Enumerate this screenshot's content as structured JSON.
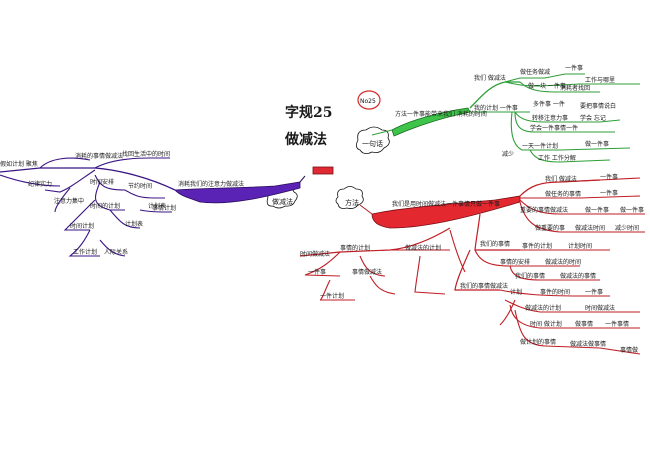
{
  "center": {
    "title_line1": "字规25",
    "title_line2": "做减法",
    "tag": "No25"
  },
  "nodes": {
    "zuo_jianfa": "做减法",
    "yi_ju_hua": "一句话",
    "fangfa": "方法"
  },
  "green": {
    "main": "方法一件事能带来我们 消耗的时间",
    "top_row_1": "我们 做减法",
    "top_row_2": "做任务做减",
    "top_row_3": "一件事",
    "top_row_4": "工作与哪里",
    "sub_1": "做一块 一件事",
    "sub_2": "消耗者找回",
    "sub_3": "我的计划 一件事",
    "sub_4": "多件事 一件",
    "sub_5": "要把事情说白",
    "sub_6": "转移注意力事",
    "sub_7": "学会 忘记",
    "sub_8": "学会一件事情一件",
    "sub_9": "一天一件计划",
    "sub_10": "减少",
    "sub_11": "工作 工作分解",
    "sub_12": "做一件事"
  },
  "purple": {
    "main": "消耗我们的注意力做减法",
    "row_1": "假如计划 聚焦",
    "row_2": "消耗的事情做减法",
    "row_3": "找回生活中的时间",
    "leaf_1": "纪律实力",
    "leaf_2": "时间安排",
    "leaf_3": "节约时间",
    "leaf_4": "注意力集中",
    "leaf_5": "时间的计划",
    "leaf_6": "计划表",
    "leaf_7": "时间计划",
    "leaf_8": "计划表",
    "leaf_9": "事情计划",
    "leaf_10": "工作计划",
    "leaf_11": "人际关系"
  },
  "red": {
    "main": "我们是用时间做减法一件事情只做一件事",
    "r1a": "我们 做减法",
    "r1b": "一件事",
    "r2a": "做任务的事情",
    "r2b": "一件事",
    "r3a": "重要的事情做减法",
    "r3b": "做一件事",
    "r3c": "做一件事",
    "r4a": "做重要的事",
    "r4b": "做减法时间",
    "r4c": "减少时间",
    "r5": "我们的事情",
    "r6a": "事件的计划",
    "r6b": "计划时间",
    "r7a": "事情的安排",
    "r7b": "做减法的时间",
    "r8a": "我们的事情",
    "r8b": "做减法的事情",
    "r9": "我们的事情做减法",
    "r10a": "计划",
    "r10b": "事件的时间",
    "r10c": "一件事",
    "r11a": "做减法的计划",
    "r11b": "时间做减法",
    "r12a": "时间 做计划",
    "r12b": "做事情",
    "r12c": "一件事情",
    "b1": "做计划的事情",
    "b2": "做减法做事情",
    "b3": "事情做",
    "b4": "时间做减法",
    "b5": "事情的计划",
    "b6": "做减法的计划",
    "b7": "一件事",
    "b8": "事情做减法",
    "b9": "一件计划"
  }
}
